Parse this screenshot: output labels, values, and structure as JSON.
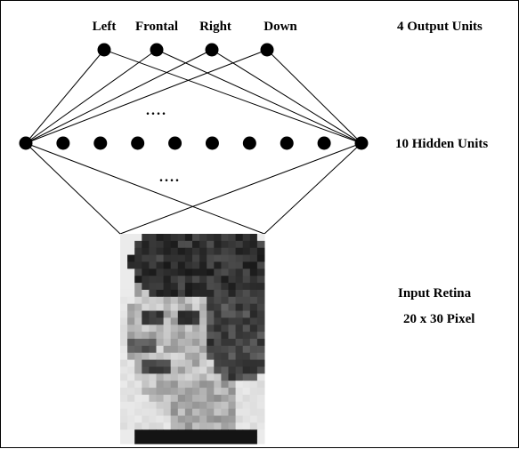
{
  "output_units": [
    {
      "label": "Left"
    },
    {
      "label": "Frontal"
    },
    {
      "label": "Right"
    },
    {
      "label": "Down"
    }
  ],
  "hidden_unit_count": 10,
  "ellipsis_upper": "....",
  "ellipsis_lower": "....",
  "labels": {
    "output_layer": "4 Output Units",
    "hidden_layer": "10 Hidden Units",
    "input_title": "Input Retina",
    "input_size": "20 x 30 Pixel"
  },
  "colors": {
    "ink": "#000000",
    "background": "#ffffff"
  },
  "icons": {
    "node": "filled-circle",
    "input_image": "pixelated-face-grayscale"
  }
}
